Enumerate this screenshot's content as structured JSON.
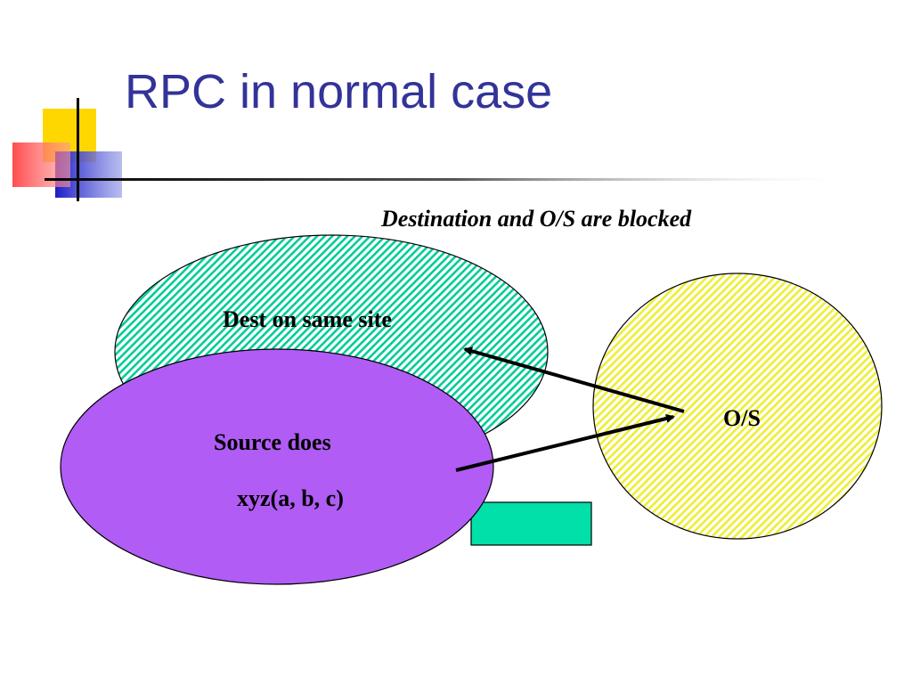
{
  "slide": {
    "title": "RPC in normal case"
  },
  "diagram": {
    "caption": "Destination and O/S are blocked",
    "dest_label": "Dest on same site",
    "source_label_line1": "Source does",
    "source_label_line2": "xyz(a, b, c)",
    "os_label": "O/S",
    "colors": {
      "title": "#333399",
      "dest_fill": "#00cc99",
      "source_fill": "#b05cf5",
      "os_fill": "#eeee33",
      "box_fill": "#00e0a8",
      "deco_yellow": "#ffd700",
      "deco_red": "#ff3333",
      "deco_blue": "#2222cc"
    }
  }
}
